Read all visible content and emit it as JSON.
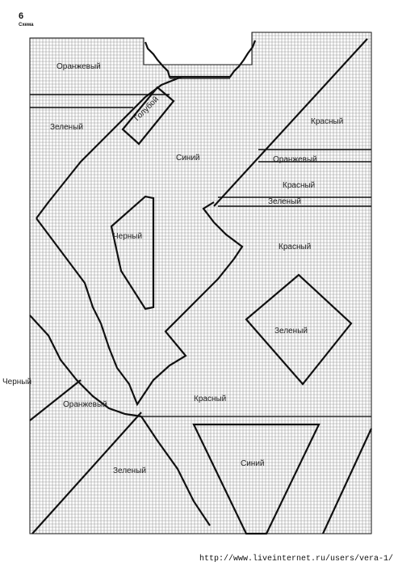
{
  "page": {
    "number": "6",
    "title": "Схема"
  },
  "colors": {
    "ink": "#111111",
    "grid": "#9a9a9a",
    "paper": "#ffffff"
  },
  "zones": {
    "orange_top": "Оранжевый",
    "light_blue": "Голубой",
    "green_left": "Зеленый",
    "blue_upper": "Синий",
    "red_right_top": "Красный",
    "orange_right": "Оранжевый",
    "red_right_mid": "Красный",
    "green_right_stripe": "Зеленый",
    "black_center": "Черный",
    "red_right": "Красный",
    "green_diamond": "Зеленый",
    "black_left": "Черный",
    "orange_lower": "Оранжевый",
    "red_lower": "Красный",
    "green_lower": "Зеленый",
    "blue_triangle": "Синий"
  },
  "footer": {
    "url": "http://www.liveinternet.ru/users/vera-1/"
  }
}
